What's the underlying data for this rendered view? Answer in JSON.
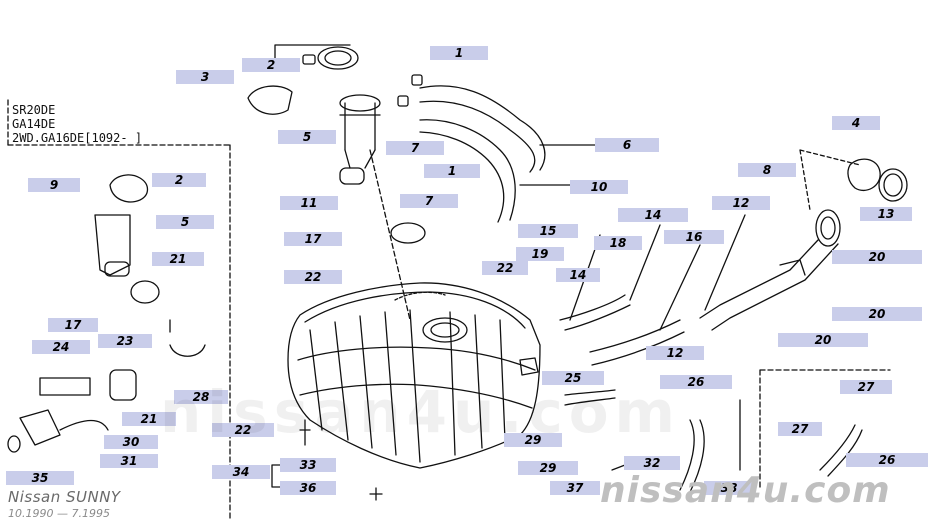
{
  "variants": [
    "SR20DE",
    "GA14DE",
    "2WD.GA16DE[1092-        ]"
  ],
  "model": "Nissan SUNNY",
  "period": "10.1990 — 7.1995",
  "site": "nissan4u.com",
  "watermark": "nissan4u.com",
  "colors": {
    "callout_bg": "#c9cdea",
    "line": "#111111",
    "brand": "#6a6a6a"
  },
  "callouts": {
    "c1a": "1",
    "c2a": "2",
    "c3": "3",
    "c5a": "5",
    "c7a": "7",
    "c6": "6",
    "c4": "4",
    "c9": "9",
    "c2b": "2",
    "c1b": "1",
    "c10": "10",
    "c8": "8",
    "c13": "13",
    "c5b": "5",
    "c11": "11",
    "c7b": "7",
    "c14a": "14",
    "c12a": "12",
    "c17a": "17",
    "c15": "15",
    "c18": "18",
    "c16": "16",
    "c21a": "21",
    "c19": "19",
    "c22a": "22",
    "c22b": "22",
    "c14b": "14",
    "c20a": "20",
    "c20b": "20",
    "c17b": "17",
    "c24": "24",
    "c23": "23",
    "c20c": "20",
    "c12b": "12",
    "c25": "25",
    "c26a": "26",
    "c27a": "27",
    "c28": "28",
    "c21b": "21",
    "c22c": "22",
    "c30": "30",
    "c31": "31",
    "c29a": "29",
    "c27b": "27",
    "c26b": "26",
    "c33": "33",
    "c32": "32",
    "c34": "34",
    "c29b": "29",
    "c35": "35",
    "c36": "36",
    "c37": "37",
    "c38": "38"
  }
}
